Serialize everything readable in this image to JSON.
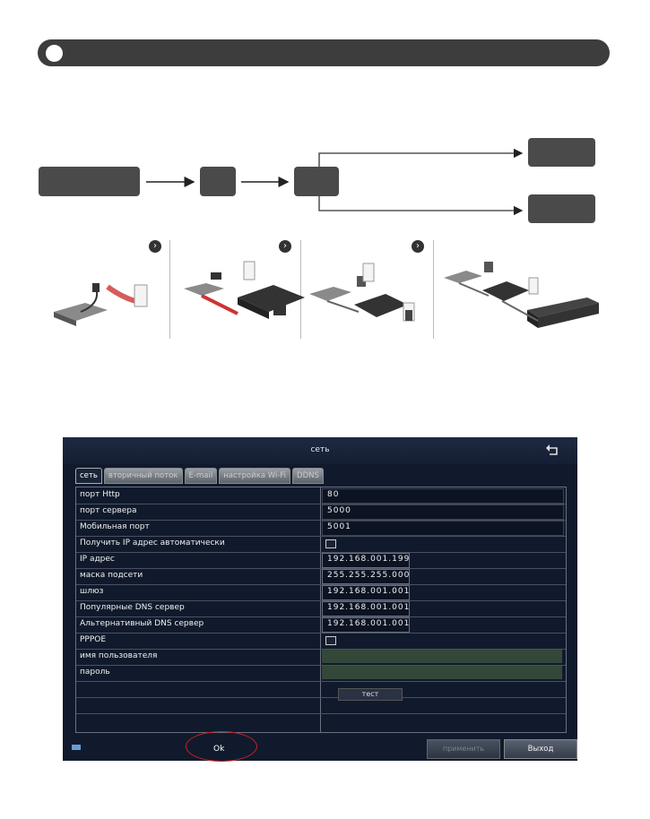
{
  "dvr": {
    "title": "сеть",
    "tabs": [
      "сеть",
      "вторичный поток",
      "E-mail",
      "настройка Wi-Fi",
      "DDNS"
    ],
    "rows": [
      {
        "label": "порт Http",
        "value": "80",
        "kind": "text"
      },
      {
        "label": "порт сервера",
        "value": "5000",
        "kind": "text"
      },
      {
        "label": "Мобильная порт",
        "value": "5001",
        "kind": "text"
      },
      {
        "label": "Получить IP адрес автоматически",
        "value": "",
        "kind": "check"
      },
      {
        "label": "IP адрес",
        "value": "192.168.001.199",
        "kind": "ip"
      },
      {
        "label": "маска подсети",
        "value": "255.255.255.000",
        "kind": "ip"
      },
      {
        "label": "шлюз",
        "value": "192.168.001.001",
        "kind": "ip"
      },
      {
        "label": "Популярные DNS сервер",
        "value": "192.168.001.001",
        "kind": "ip"
      },
      {
        "label": "Альтернативный DNS сервер",
        "value": "192.168.001.001",
        "kind": "ip"
      },
      {
        "label": "PPPOE",
        "value": "",
        "kind": "check"
      },
      {
        "label": "имя пользователя",
        "value": "",
        "kind": "green"
      },
      {
        "label": "пароль",
        "value": "",
        "kind": "green"
      }
    ],
    "test_label": "тест",
    "ok_label": "Ok",
    "apply_label": "применить",
    "exit_label": "Выход"
  }
}
